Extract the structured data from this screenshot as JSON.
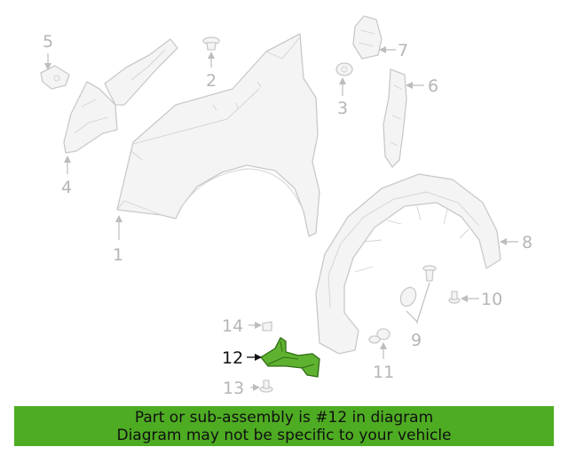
{
  "callouts": {
    "c1": "1",
    "c2": "2",
    "c3": "3",
    "c4": "4",
    "c5": "5",
    "c6": "6",
    "c7": "7",
    "c8": "8",
    "c9": "9",
    "c10": "10",
    "c11": "11",
    "c12": "12",
    "c13": "13",
    "c14": "14"
  },
  "highlighted_part": "12",
  "colors": {
    "highlight_fill": "#5fb230",
    "banner_bg": "#4eac23",
    "linework": "#c9c9c9",
    "callout_muted": "#b5b5b5",
    "callout_active": "#111111"
  },
  "banner": {
    "line1": "Part or sub-assembly is #12 in diagram",
    "line2": "Diagram may not be specific to your vehicle"
  }
}
